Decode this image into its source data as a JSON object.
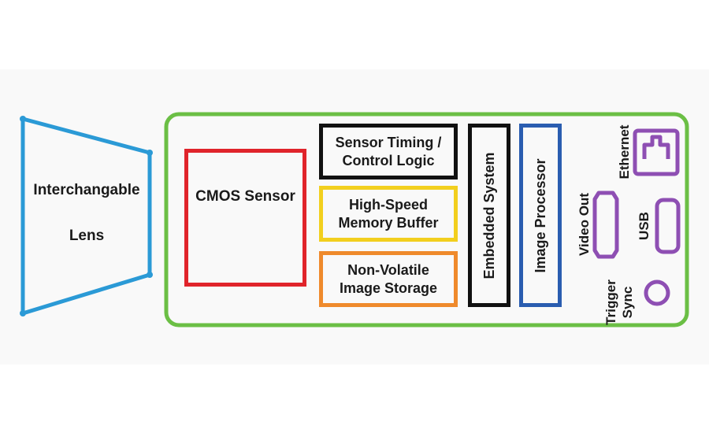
{
  "lens": {
    "line1": "Interchangable",
    "line2": "Lens"
  },
  "camera_body": {
    "cmos": "CMOS Sensor",
    "timing": {
      "line1": "Sensor Timing /",
      "line2": "Control Logic"
    },
    "memory": {
      "line1": "High-Speed",
      "line2": "Memory Buffer"
    },
    "storage": {
      "line1": "Non-Volatile",
      "line2": "Image Storage"
    },
    "embedded": "Embedded System",
    "processor": "Image Processor",
    "ports": {
      "ethernet": "Ethernet",
      "usb": "USB",
      "video_out": "Video Out",
      "trigger": {
        "line1": "Trigger",
        "line2": "Sync"
      }
    }
  },
  "colors": {
    "lens": "#2b9ad6",
    "body": "#6bbf45",
    "cmos": "#e0242b",
    "timing": "#111111",
    "memory": "#f2cf1e",
    "storage": "#ef8a2c",
    "embedded": "#111111",
    "processor": "#2a5db0",
    "ports": "#8e4fb3"
  }
}
